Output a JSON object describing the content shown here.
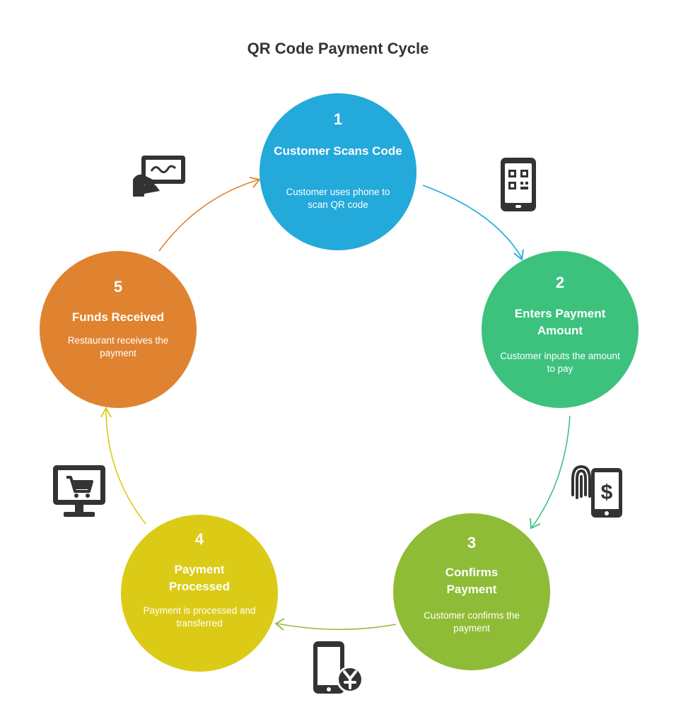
{
  "title": "QR Code Payment Cycle",
  "colors": {
    "step1": "#24A9DB",
    "step2": "#3DC27E",
    "step3": "#8FBC36",
    "step4": "#DCCB16",
    "step5": "#DF8330",
    "icon": "#333333"
  },
  "steps": [
    {
      "number": "1",
      "title": "Customer Scans Code",
      "description": "Customer uses phone to scan QR code",
      "icon": "phone-qr-icon"
    },
    {
      "number": "2",
      "title": "Enters Payment Amount",
      "description": "Customer inputs the amount to pay",
      "icon": "fingerprint-phone-dollar-icon"
    },
    {
      "number": "3",
      "title": "Confirms Payment",
      "description": "Customer confirms the payment",
      "icon": "phone-yen-icon"
    },
    {
      "number": "4",
      "title": "Payment Processed",
      "description": "Payment is processed and transferred",
      "icon": "monitor-cart-icon"
    },
    {
      "number": "5",
      "title": "Funds Received",
      "description": "Restaurant receives the payment",
      "icon": "hand-payment-icon"
    }
  ]
}
